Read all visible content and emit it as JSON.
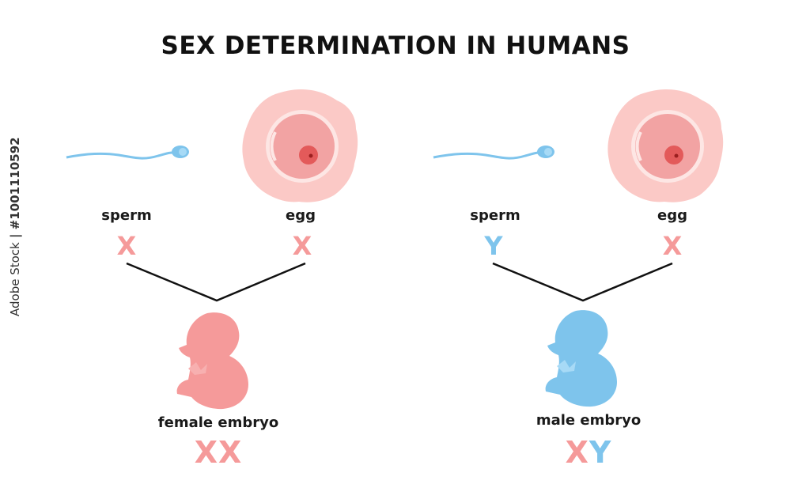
{
  "title": "SEX DETERMINATION IN HUMANS",
  "stock_id": "#1001110592",
  "stock_brand": "Adobe Stock",
  "colors": {
    "pink": "#f59a9a",
    "blue": "#7ec4ec",
    "egg_outer": "#fbc9c6",
    "egg_inner": "#f2a3a3",
    "nucleus": "#e35a5a",
    "line": "#111111"
  },
  "female": {
    "sperm_label": "sperm",
    "egg_label": "egg",
    "sperm_chrom": "X",
    "egg_chrom": "X",
    "embryo_label": "female embryo",
    "combo": [
      "X",
      "X"
    ]
  },
  "male": {
    "sperm_label": "sperm",
    "egg_label": "egg",
    "sperm_chrom": "Y",
    "egg_chrom": "X",
    "embryo_label": "male embryo",
    "combo": [
      "X",
      "Y"
    ]
  }
}
